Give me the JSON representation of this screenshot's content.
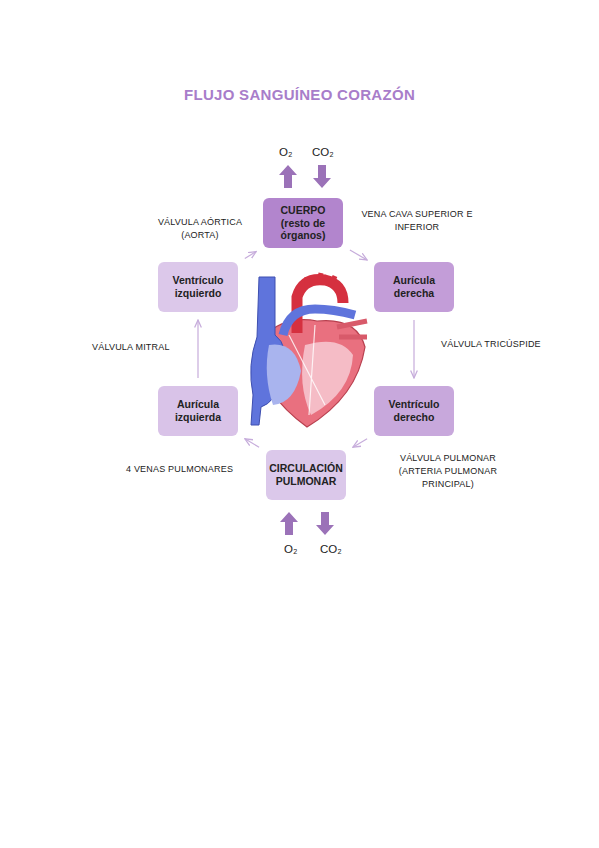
{
  "diagram": {
    "title": "FLUJO SANGUÍNEO CORAZÓN",
    "nodes": [
      {
        "text": [
          "CUERPO (resto de órganos)"
        ]
      },
      {
        "text": [
          "Ventrículo izquierdo"
        ]
      },
      {
        "text": [
          "Aurícula derecha"
        ]
      },
      {
        "text": [
          "Aurícula izquierda"
        ]
      },
      {
        "text": [
          "Ventrículo derecho"
        ]
      },
      {
        "text": [
          "CIRCULACIÓN PULMONAR"
        ]
      }
    ],
    "edges": [
      {
        "from": 0,
        "to": 2,
        "label": "VENA CAVA SUPERIOR E INFERIOR",
        "arrow": "to"
      },
      {
        "from": 2,
        "to": 4,
        "label": "VÁLVULA TRICÚSPIDE",
        "arrow": "to"
      },
      {
        "from": 4,
        "to": 5,
        "label": "VÁLVULA PULMONAR (ARTERIA PULMONAR PRINCIPAL)",
        "arrow": "to"
      },
      {
        "from": 5,
        "to": 3,
        "label": "4 VENAS PULMONARES",
        "arrow": "to"
      },
      {
        "from": 3,
        "to": 1,
        "label": "VÁLVULA MITRAL",
        "arrow": "to"
      },
      {
        "from": 1,
        "to": 0,
        "label": "VÁLVULA AÓRTICA (AORTA)",
        "arrow": "to"
      }
    ],
    "labels": [
      "O₂",
      "CO₂",
      "O₂",
      "CO₂"
    ]
  }
}
